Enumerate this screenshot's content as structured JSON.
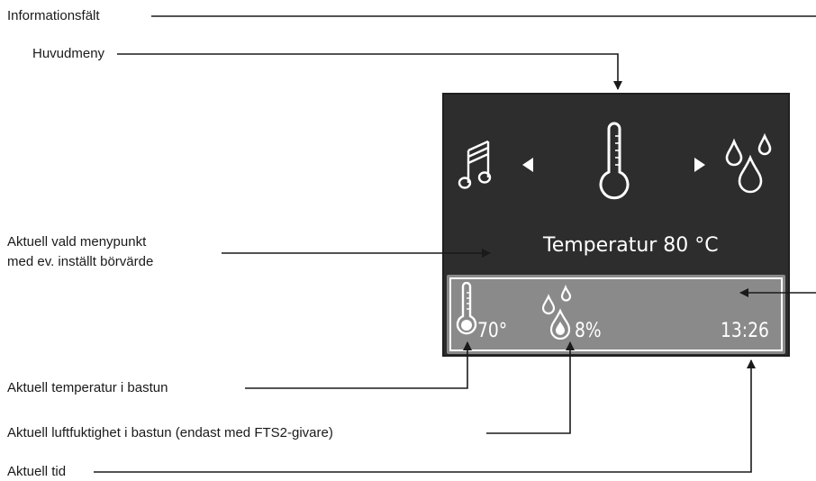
{
  "annotations": {
    "info_bar": "Informationsfält",
    "main_menu": "Huvudmeny",
    "current_menu_item": [
      "Aktuell vald menypunkt",
      "med ev. inställt börvärde"
    ],
    "current_temperature": "Aktuell temperatur i bastun",
    "current_humidity": "Aktuell luftfuktighet i bastun (endast med FTS2-givare)",
    "current_time": "Aktuell tid"
  },
  "display": {
    "menu_item_label": "Temperatur 80 °C",
    "icons": {
      "left": "music-note-icon",
      "prev_arrow": "triangle-left-icon",
      "center": "thermometer-icon",
      "next_arrow": "triangle-right-icon",
      "right": "water-drops-icon"
    },
    "info_bar": {
      "temperature": "70°",
      "humidity": "8%",
      "time": "13:26"
    }
  },
  "colors": {
    "display_background": "#2d2d2d",
    "info_bar_background": "#8a8a8a",
    "foreground": "#ffffff",
    "annotation_line": "#1a1a1a"
  }
}
